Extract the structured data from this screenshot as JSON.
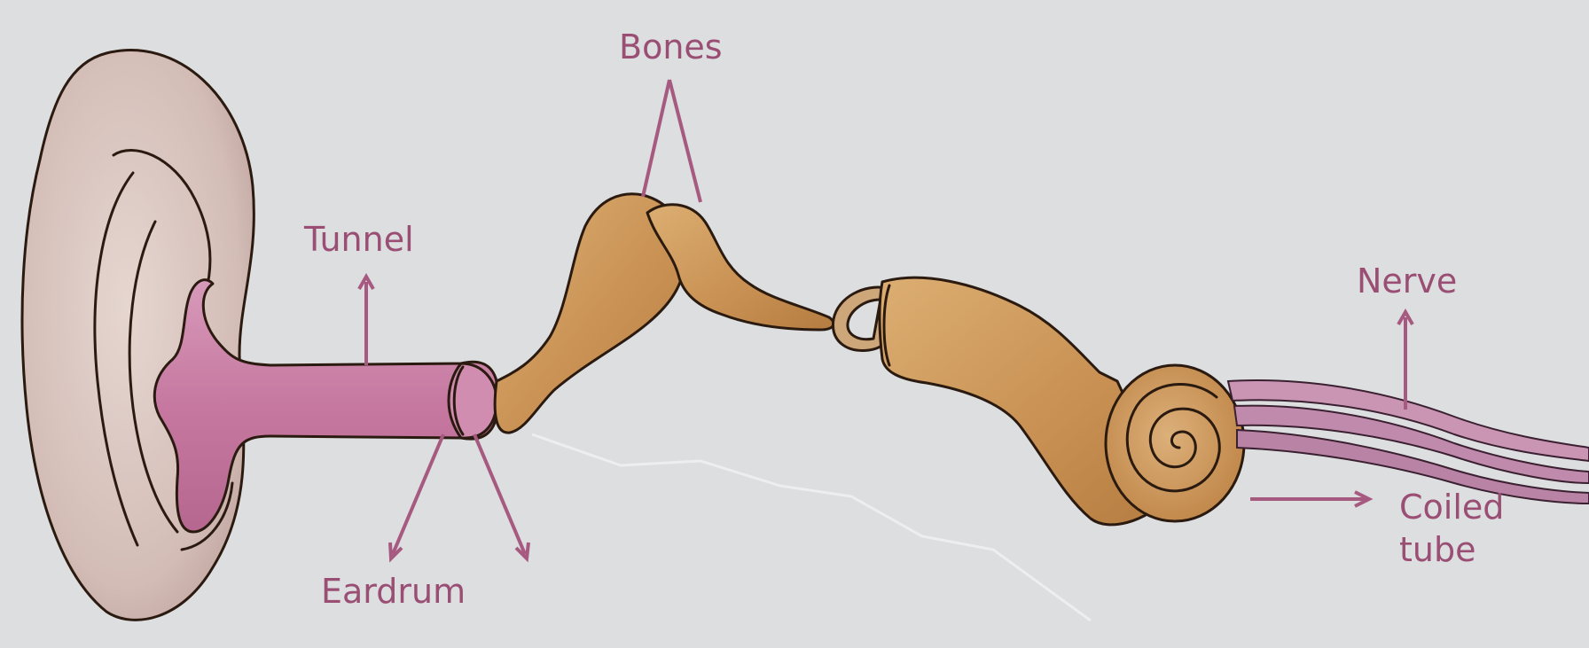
{
  "labels": {
    "bones": "Bones",
    "tunnel": "Tunnel",
    "nerve": "Nerve",
    "eardrum": "Eardrum",
    "coiled_tube_line1": "Coiled",
    "coiled_tube_line2": "tube"
  },
  "colors": {
    "background": "#dcdee0",
    "label_text": "#9a4e74",
    "pointer_line": "#a75a80",
    "outer_ear": "#d7c2bc",
    "ear_canal": "#c77fa4",
    "bone": "#c89657",
    "coiled_tube": "#cc9a62",
    "nerve": "#b98aa8"
  }
}
